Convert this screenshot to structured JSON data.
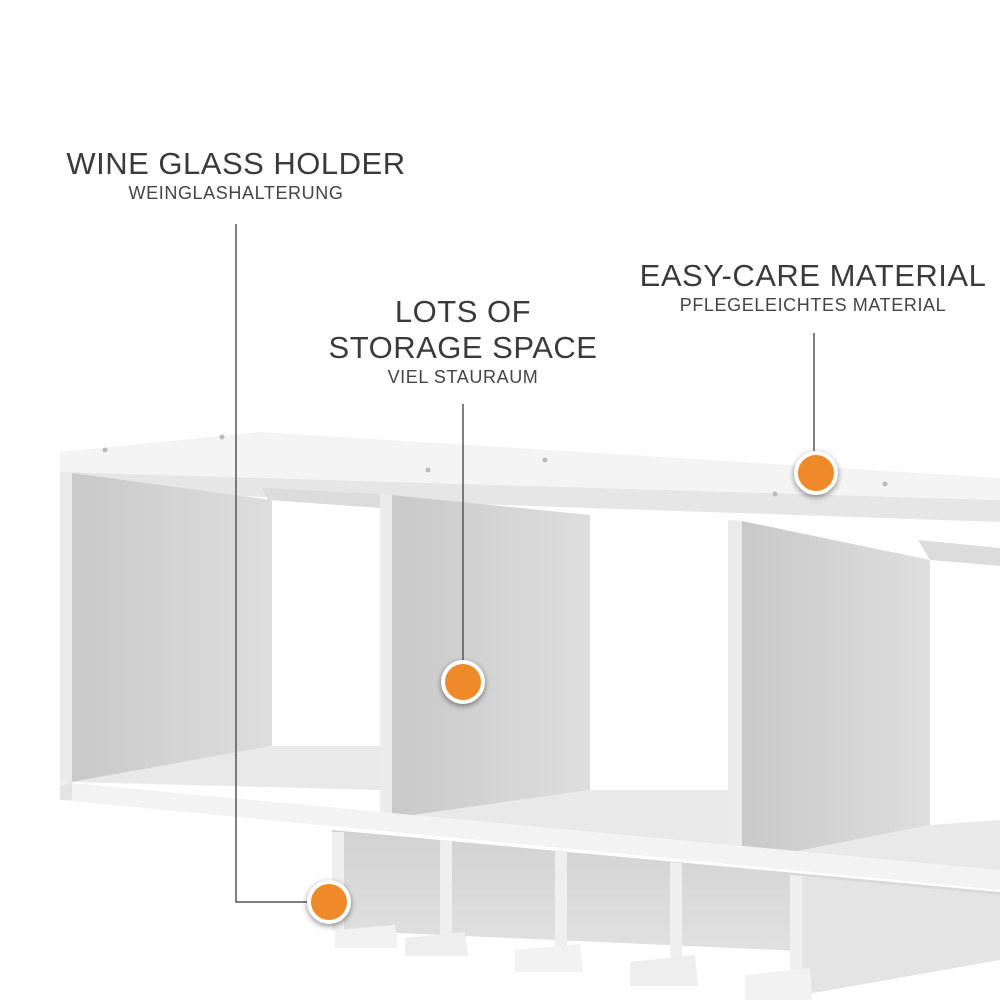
{
  "callouts": {
    "wine_glass_holder": {
      "title": "WINE GLASS HOLDER",
      "subtitle": "WEINGLASHALTERUNG"
    },
    "storage_space": {
      "title_line1": "LOTS OF",
      "title_line2": "STORAGE SPACE",
      "subtitle": "VIEL STAURAUM"
    },
    "easy_care": {
      "title": "EASY-CARE MATERIAL",
      "subtitle": "PFLEGELEICHTES MATERIAL"
    }
  },
  "colors": {
    "marker": "#ee8a2a",
    "marker_border": "#ffffff",
    "leader_line": "#555555",
    "shelf_face": "#efefef",
    "shelf_inner": "#cfcfcf",
    "text": "#3a3a3a"
  },
  "icons": [
    "marker-dot-icon"
  ]
}
